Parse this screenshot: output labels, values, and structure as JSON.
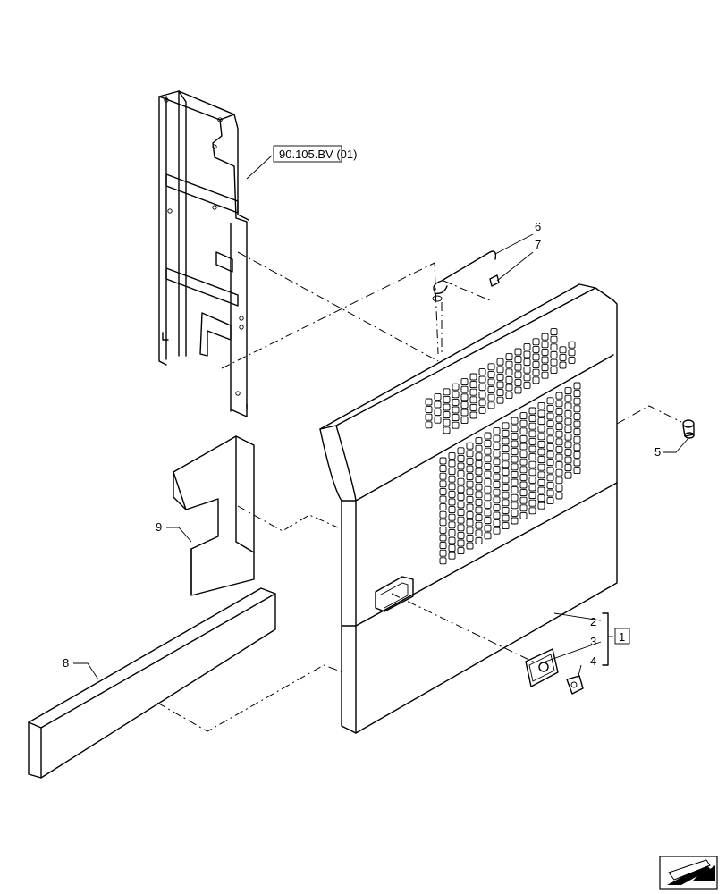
{
  "callouts": [
    {
      "id": "c1",
      "text": "1"
    },
    {
      "id": "c2",
      "text": "2"
    },
    {
      "id": "c3",
      "text": "3"
    },
    {
      "id": "c4",
      "text": "4"
    },
    {
      "id": "c5",
      "text": "5"
    },
    {
      "id": "c6",
      "text": "6"
    },
    {
      "id": "c7",
      "text": "7"
    },
    {
      "id": "c8",
      "text": "8"
    },
    {
      "id": "c9",
      "text": "9"
    }
  ],
  "reference": {
    "text": "90.105.BV (01)"
  },
  "nav_icon": "arrow-back-icon"
}
